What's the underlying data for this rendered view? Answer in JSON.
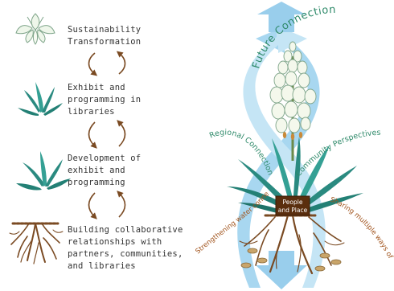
{
  "colors": {
    "text": "#333333",
    "arrow_brown": "#7a4a22",
    "leaf_teal": "#2a8a80",
    "arrow_blue": "#8ec9ea",
    "label_green": "#2f8a6a",
    "label_brown": "#a0521a",
    "center_box": "#5a2e0e"
  },
  "process": {
    "steps": [
      {
        "icon": "yucca-flower-icon",
        "lines": [
          "Sustainability",
          "Transformation"
        ]
      },
      {
        "icon": "yucca-sprout-icon",
        "lines": [
          "Exhibit and",
          "programming in",
          "libraries"
        ]
      },
      {
        "icon": "yucca-plant-icon",
        "lines": [
          "Development of",
          "exhibit and",
          "programming"
        ]
      },
      {
        "icon": "roots-icon",
        "lines": [
          "Building collaborative",
          "relationships with",
          "partners, communities,",
          "and libraries"
        ]
      }
    ]
  },
  "illustration": {
    "top_label": "Future Connections",
    "left_label": "Regional Connections",
    "right_label": "Community Perspectives",
    "center_label_lines": [
      "People",
      "and Place"
    ],
    "bottom_left_label": "Strengthening water connections",
    "bottom_right_label": "Sharing multiple ways of knowing about water"
  }
}
